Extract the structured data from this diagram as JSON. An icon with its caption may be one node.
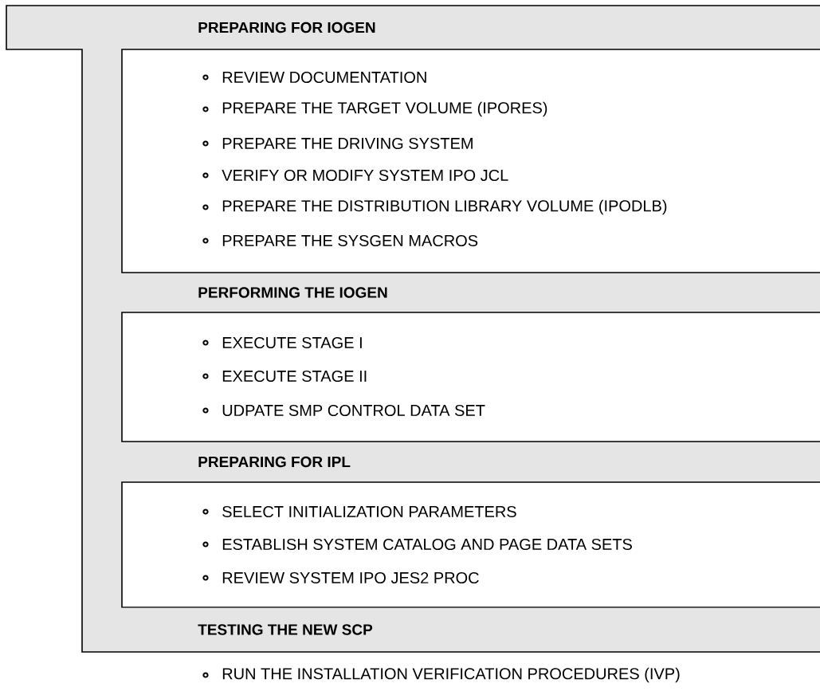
{
  "diagram": {
    "nodes": [
      {
        "text": [
          "PREPARING FOR IOGEN"
        ]
      },
      {
        "text": [
          "REVIEW DOCUMENTATION",
          "PREPARE THE TARGET VOLUME (IPORES)",
          "PREPARE THE DRIVING SYSTEM",
          "VERIFY OR MODIFY SYSTEM IPO JCL",
          "PREPARE THE DISTRIBUTION LIBRARY VOLUME (IPODLB)",
          "PREPARE THE SYSGEN MACROS"
        ]
      },
      {
        "text": [
          "PERFORMING THE IOGEN"
        ]
      },
      {
        "text": [
          "EXECUTE STAGE I",
          "EXECUTE STAGE II",
          "UDPATE SMP CONTROL DATA SET"
        ]
      },
      {
        "text": [
          "PREPARING FOR IPL"
        ]
      },
      {
        "text": [
          "SELECT INITIALIZATION PARAMETERS",
          "ESTABLISH SYSTEM CATALOG AND PAGE DATA SETS",
          "REVIEW SYSTEM IPO JES2 PROC"
        ]
      },
      {
        "text": [
          "TESTING THE NEW SCP"
        ]
      }
    ],
    "labels": [
      "RUN THE INSTALLATION VERIFICATION PROCEDURES (IVP)"
    ]
  }
}
